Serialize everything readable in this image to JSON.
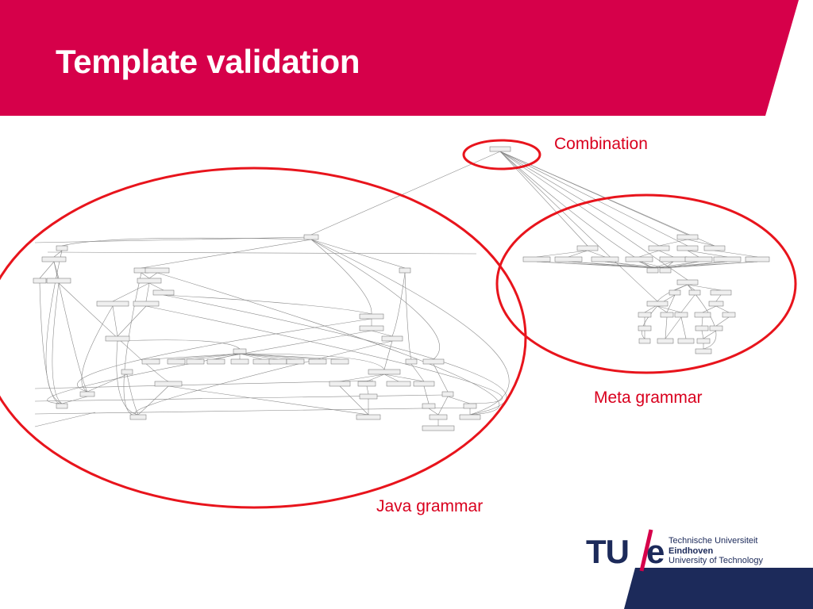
{
  "slide": {
    "title": "Template validation",
    "colors": {
      "accent": "#d6004a",
      "ellipse": "#e8141c",
      "label": "#d9001e",
      "brand_blue": "#1c2a5a"
    }
  },
  "annotations": {
    "combination": "Combination",
    "meta_grammar": "Meta grammar",
    "java_grammar": "Java grammar"
  },
  "logo": {
    "mark": "TU/e",
    "line1": "Technische Universiteit",
    "line2": "Eindhoven",
    "line3": "University of Technology"
  }
}
